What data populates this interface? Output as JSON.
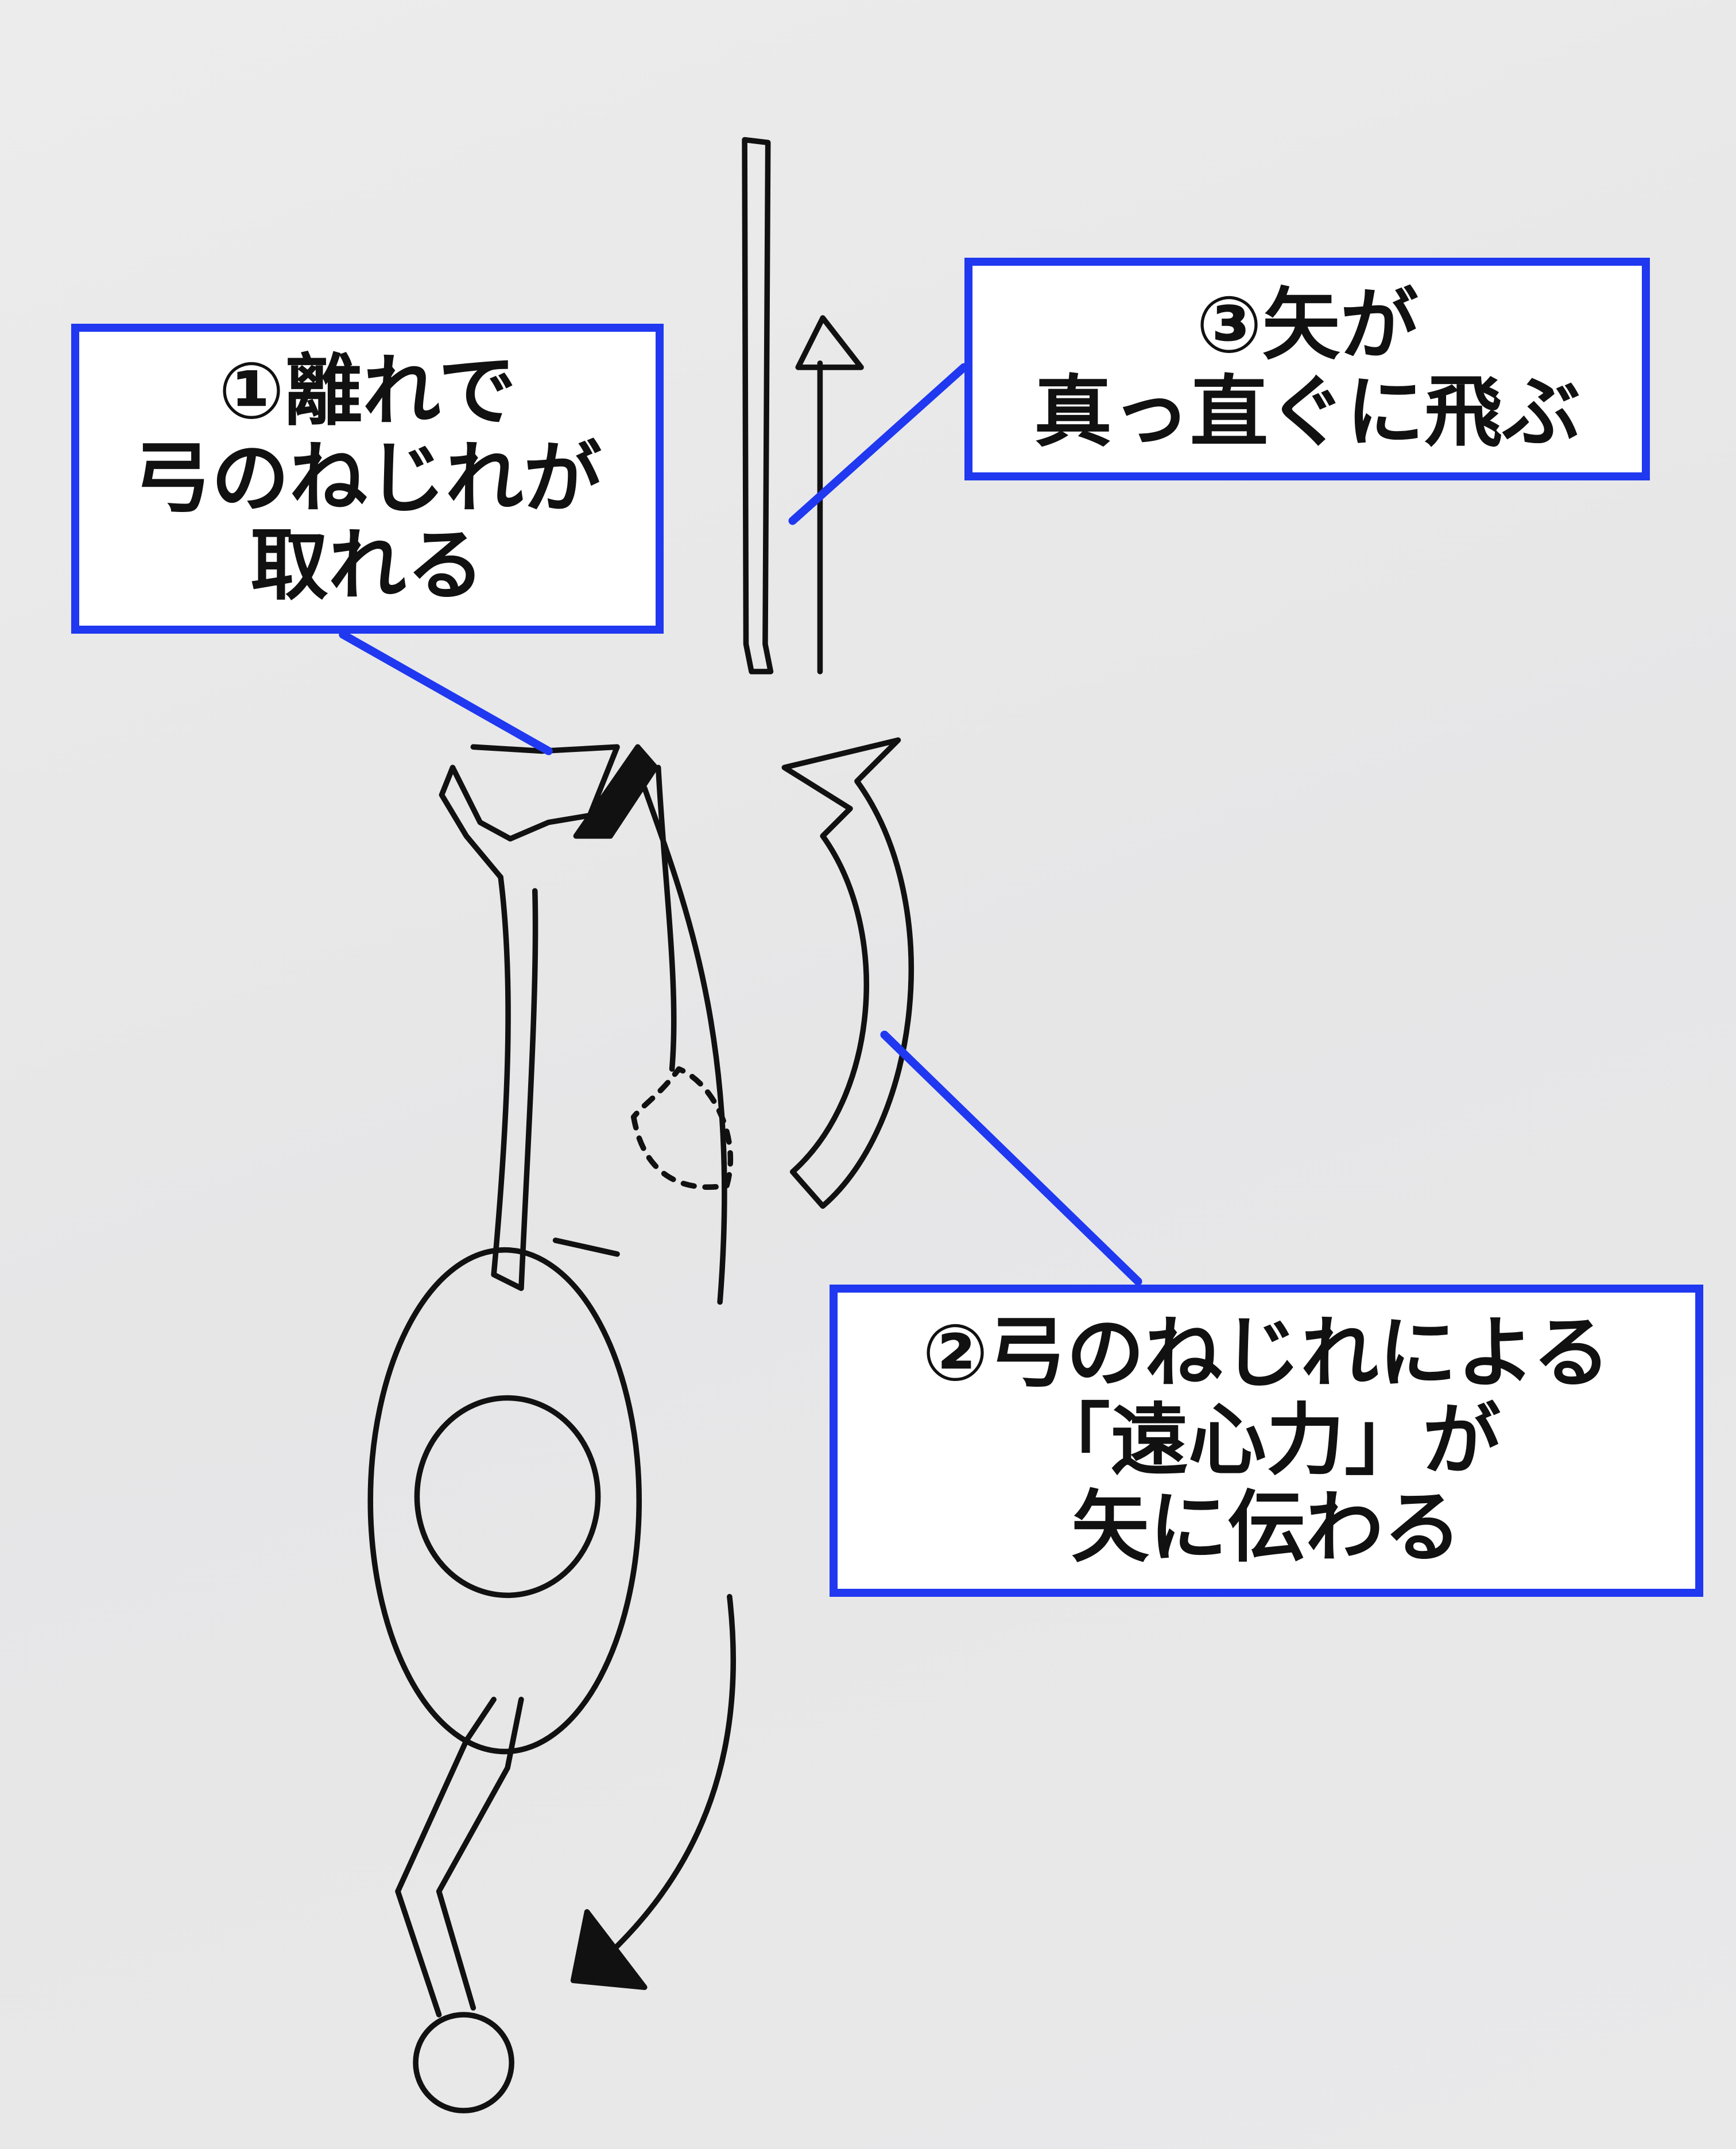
{
  "labels": {
    "release": {
      "lines": [
        "①離れで",
        "弓のねじれが",
        "取れる"
      ]
    },
    "arrow_flight": {
      "lines": [
        "③矢が",
        "真っ直ぐに飛ぶ"
      ]
    },
    "centrifugal": {
      "lines": [
        "②弓のねじれによる",
        "「遠心力」が",
        "矢に伝わる"
      ]
    }
  },
  "colors": {
    "callout": "#1f38f0",
    "ink": "#111111",
    "paper": "#e9e9ea"
  }
}
